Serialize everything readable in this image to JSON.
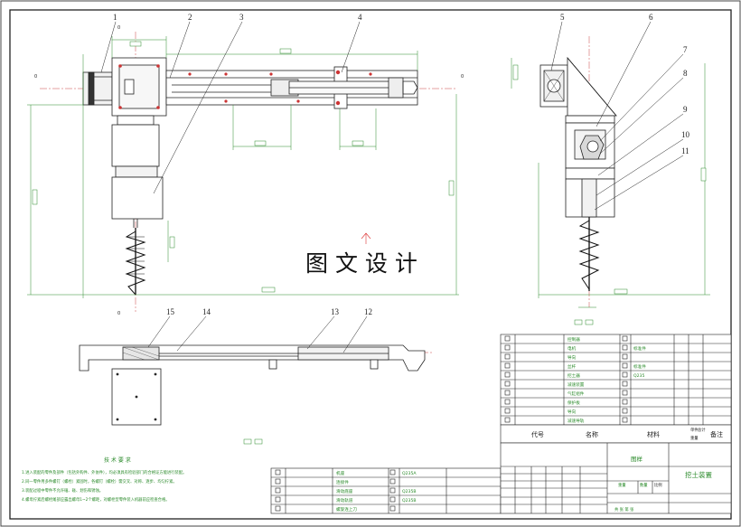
{
  "watermark": "图 文 设 计",
  "callouts": [
    "1",
    "2",
    "3",
    "4",
    "5",
    "6",
    "7",
    "8",
    "9",
    "10",
    "11",
    "12",
    "13",
    "14",
    "15"
  ],
  "tech_title": "技 术 要 求",
  "tech_notes": [
    "1.进入装配的零件及部件（包括外购件、外协件），均必须具有检验部门的合格证方能进行装配。",
    "2.同一零件用多件螺钉（螺栓）紧固时，各螺钉（螺栓）需交叉、对称、逐步、均匀拧紧。",
    "3.装配过程中零件不允许磕、碰、划伤和锈蚀。",
    "4.螺母拧紧后螺栓尾部应露出螺母1~2个螺距，对螺栓型零件装入机器前应检查合格。"
  ],
  "parts_list_right": [
    {
      "name": "控制器",
      "material": ""
    },
    {
      "name": "电机",
      "material": "标准件"
    },
    {
      "name": "导向",
      "material": ""
    },
    {
      "name": "丝杆",
      "material": "标准件"
    },
    {
      "name": "挖土器",
      "material": "Q235"
    },
    {
      "name": "减速装置",
      "material": ""
    },
    {
      "name": "气缸组件",
      "material": ""
    },
    {
      "name": "保护板",
      "material": ""
    },
    {
      "name": "导向",
      "material": ""
    },
    {
      "name": "减速导轨",
      "material": ""
    }
  ],
  "parts_list_bottom": [
    {
      "name": "机座",
      "material": "Q235A"
    },
    {
      "name": "连接件",
      "material": ""
    },
    {
      "name": "滑动底座",
      "material": "Q235B"
    },
    {
      "name": "滑动轨道",
      "material": "Q235B"
    },
    {
      "name": "螺旋连上刀",
      "material": ""
    }
  ],
  "table_header": {
    "code": "代号",
    "name": "名称",
    "material": "材料",
    "unit": "单件",
    "total": "总计",
    "weight": "重量",
    "remark": "备注"
  },
  "title_block": {
    "drawing_title": "挖土装置",
    "sheet_label": "图样",
    "ratio": "比例",
    "qty": "数量",
    "weight": "重量",
    "sheet_no": "共  张  第  张"
  }
}
